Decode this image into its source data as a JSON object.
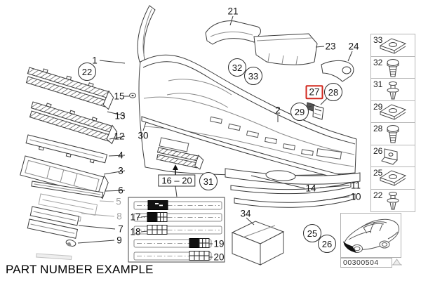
{
  "footer": {
    "label": "PART NUMBER EXAMPLE"
  },
  "drawing_code": {
    "value": "00300504"
  },
  "highlight_color": "#d2281e",
  "callouts": {
    "p1": "1",
    "p2": "2",
    "p3": "3",
    "p4": "4",
    "p5": "5",
    "p6": "6",
    "p7": "7",
    "p8": "8",
    "p9": "9",
    "p10": "10",
    "p11": "11",
    "p12": "12",
    "p13": "13",
    "p14": "14",
    "p15": "15",
    "p16_20": "16 – 20",
    "p17": "17",
    "p18": "18",
    "p19": "19",
    "p20": "20",
    "p21": "21",
    "p23": "23",
    "p24": "24",
    "p30": "30",
    "p34": "34"
  },
  "circled_callouts": {
    "c22": "22",
    "c25": "25",
    "c26": "26",
    "c28": "28",
    "c29": "29",
    "c31": "31",
    "c32": "32",
    "c33": "33"
  },
  "highlighted_callout": {
    "c27": "27"
  },
  "fastener_legend": {
    "items": [
      {
        "num": "33",
        "icon": "clip-nut"
      },
      {
        "num": "32",
        "icon": "shoulder-screw"
      },
      {
        "num": "31",
        "icon": "expansion-rivet"
      },
      {
        "num": "29",
        "icon": "clip-nut"
      },
      {
        "num": "28",
        "icon": "shoulder-screw"
      },
      {
        "num": "26",
        "icon": "angle-bracket"
      },
      {
        "num": "25",
        "icon": "clip-nut"
      },
      {
        "num": "22",
        "icon": "expansion-rivet"
      }
    ]
  }
}
